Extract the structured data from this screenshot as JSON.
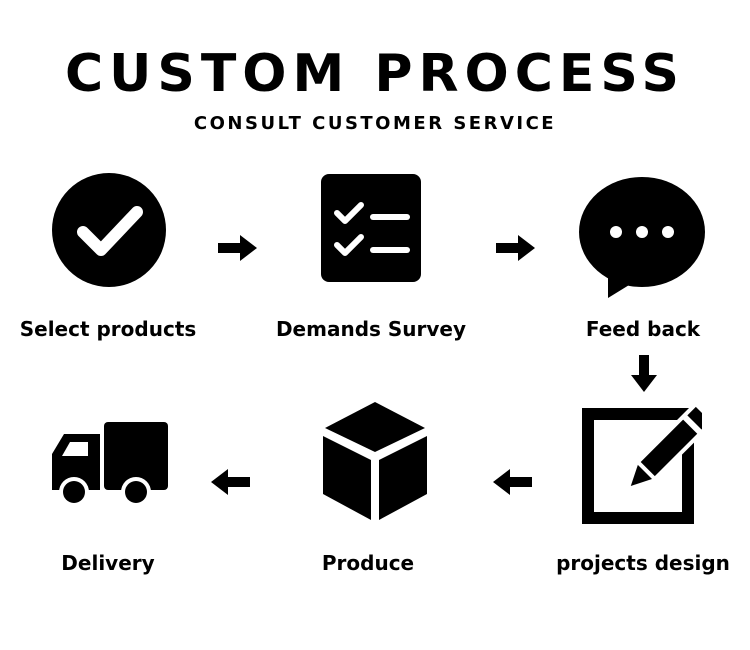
{
  "header": {
    "title": "CUSTOM PROCESS",
    "subtitle": "CONSULT CUSTOMER SERVICE"
  },
  "steps": [
    {
      "label": "Select products",
      "icon": "check-circle-icon"
    },
    {
      "label": "Demands Survey",
      "icon": "checklist-icon"
    },
    {
      "label": "Feed back",
      "icon": "speech-bubble-icon"
    },
    {
      "label": "projects design",
      "icon": "pencil-edit-icon"
    },
    {
      "label": "Produce",
      "icon": "box-icon"
    },
    {
      "label": "Delivery",
      "icon": "truck-icon"
    }
  ],
  "colors": {
    "ink": "#000000",
    "background": "#ffffff"
  }
}
